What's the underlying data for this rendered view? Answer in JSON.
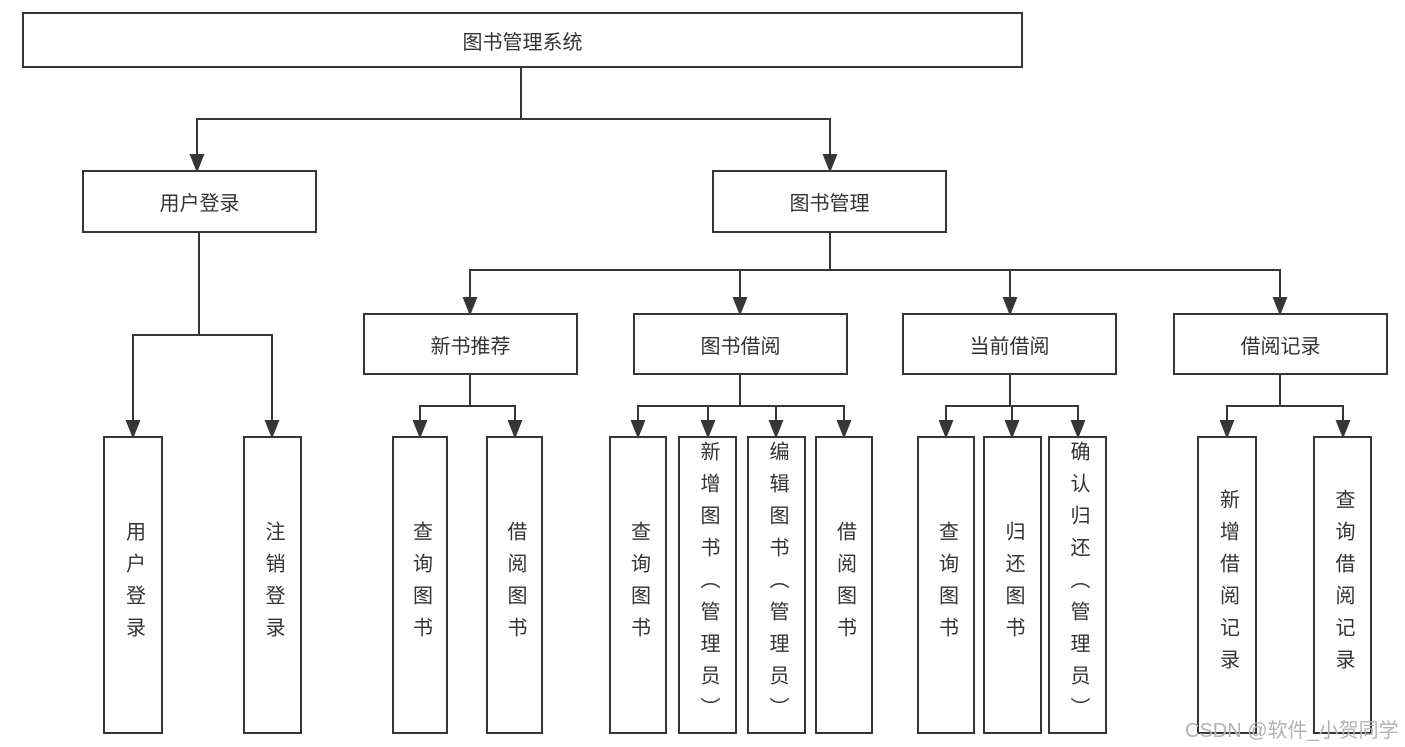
{
  "diagram": {
    "root": {
      "label": "图书管理系统"
    },
    "level2": [
      {
        "label": "用户登录"
      },
      {
        "label": "图书管理"
      }
    ],
    "level3": [
      {
        "label": "新书推荐"
      },
      {
        "label": "图书借阅"
      },
      {
        "label": "当前借阅"
      },
      {
        "label": "借阅记录"
      }
    ],
    "leaves": [
      {
        "label": "用户登录"
      },
      {
        "label": "注销登录"
      },
      {
        "label": "查询图书"
      },
      {
        "label": "借阅图书"
      },
      {
        "label": "查询图书"
      },
      {
        "label": "新增图书（管理员）"
      },
      {
        "label": "编辑图书（管理员）"
      },
      {
        "label": "借阅图书"
      },
      {
        "label": "查询图书"
      },
      {
        "label": "归还图书"
      },
      {
        "label": "确认归还（管理员）"
      },
      {
        "label": "新增借阅记录"
      },
      {
        "label": "查询借阅记录"
      }
    ]
  },
  "watermark": {
    "text": "CSDN @软件_小贺同学"
  },
  "colors": {
    "line": "#363636",
    "text": "#333333",
    "watermark": "#b3b3b3",
    "background": "#ffffff"
  }
}
